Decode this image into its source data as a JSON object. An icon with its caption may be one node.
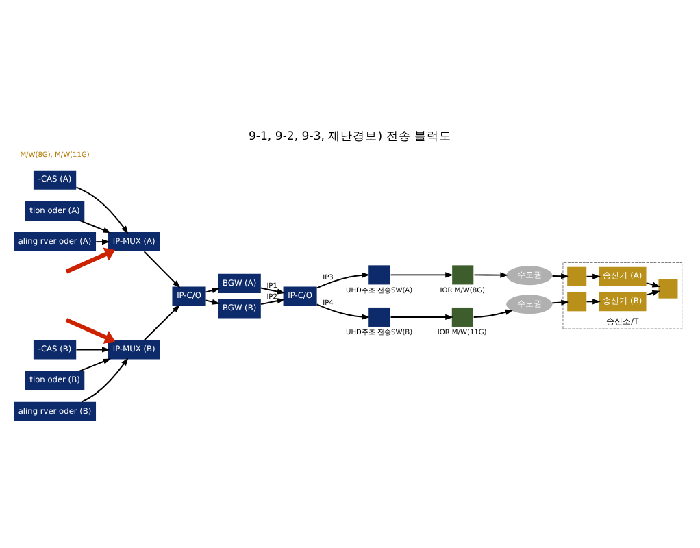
{
  "diagram": {
    "title": "9-1, 9-2, 9-3, 재난경보) 전송 블럭도",
    "nodes": [
      {
        "text": [
          "-CAS (A)"
        ]
      },
      {
        "text": [
          "tion oder (A)"
        ]
      },
      {
        "text": [
          "aling rver oder (A)"
        ]
      },
      {
        "text": [
          "-CAS (B)"
        ]
      },
      {
        "text": [
          "tion oder (B)"
        ]
      },
      {
        "text": [
          "aling rver oder (B)"
        ]
      },
      {
        "text": [
          "IP-MUX (A)"
        ]
      },
      {
        "text": [
          "IP-MUX (B)"
        ]
      },
      {
        "text": [
          "IP-C/O"
        ]
      },
      {
        "text": [
          "BGW (A)"
        ]
      },
      {
        "text": [
          "BGW (B)"
        ]
      },
      {
        "text": [
          "IP-C/O"
        ]
      },
      {
        "text": [],
        "shape": "box",
        "beside": [
          "UHD주조 전송SW(A)"
        ]
      },
      {
        "text": [],
        "shape": "box",
        "beside": [
          "UHD주조 전송SW(B)"
        ]
      },
      {
        "text": [],
        "shape": "box",
        "beside": [
          "IOR M/W(8G)"
        ]
      },
      {
        "text": [],
        "shape": "box",
        "beside": [
          "IOR M/W(11G)"
        ]
      },
      {
        "text": [
          "수도권"
        ]
      },
      {
        "text": [
          "수도권"
        ]
      },
      {
        "text": [
          "송신소/T"
        ]
      },
      {
        "text": [],
        "shape": "box",
        "in": 18
      },
      {
        "text": [],
        "shape": "box",
        "in": 18
      },
      {
        "text": [
          "송신기 (A)"
        ],
        "in": 18
      },
      {
        "text": [
          "송신기 (B)"
        ],
        "in": 18
      },
      {
        "text": [],
        "shape": "box",
        "in": 18
      }
    ],
    "edges": [
      {
        "from": 0,
        "to": 6,
        "arrow": "to"
      },
      {
        "from": 1,
        "to": 6,
        "arrow": "to"
      },
      {
        "from": 2,
        "to": 6,
        "arrow": "to"
      },
      {
        "from": null,
        "to": 6,
        "arrow": "to",
        "style": "thick",
        "color": "#cc2200"
      },
      {
        "from": null,
        "to": 7,
        "arrow": "to",
        "style": "thick",
        "color": "#cc2200"
      },
      {
        "from": 3,
        "to": 7,
        "arrow": "to"
      },
      {
        "from": 4,
        "to": 7,
        "arrow": "to"
      },
      {
        "from": 5,
        "to": 7,
        "arrow": "to"
      },
      {
        "from": 6,
        "to": 8,
        "arrow": "to"
      },
      {
        "from": 7,
        "to": 8,
        "arrow": "to"
      },
      {
        "from": 8,
        "to": 9,
        "arrow": "to"
      },
      {
        "from": 8,
        "to": 10,
        "arrow": "to"
      },
      {
        "from": 9,
        "to": 11,
        "arrow": "to",
        "label": "IP1"
      },
      {
        "from": 10,
        "to": 11,
        "arrow": "to",
        "label": "IP2"
      },
      {
        "from": 11,
        "to": 12,
        "arrow": "to",
        "label": "IP3"
      },
      {
        "from": 11,
        "to": 13,
        "arrow": "to",
        "label": "IP4"
      },
      {
        "from": 12,
        "to": 14,
        "arrow": "to"
      },
      {
        "from": 13,
        "to": 15,
        "arrow": "to"
      },
      {
        "from": 14,
        "to": 16,
        "arrow": "to"
      },
      {
        "from": 15,
        "to": 17,
        "arrow": "to"
      },
      {
        "from": 16,
        "to": 19,
        "arrow": "to"
      },
      {
        "from": 17,
        "to": 20,
        "arrow": "to"
      },
      {
        "from": 19,
        "to": 21,
        "arrow": "to"
      },
      {
        "from": 20,
        "to": 22,
        "arrow": "to"
      },
      {
        "from": 21,
        "to": 23,
        "arrow": "to"
      },
      {
        "from": 22,
        "to": 23,
        "arrow": "to"
      }
    ],
    "labels": [
      "M/W(8G), M/W(11G)"
    ]
  }
}
